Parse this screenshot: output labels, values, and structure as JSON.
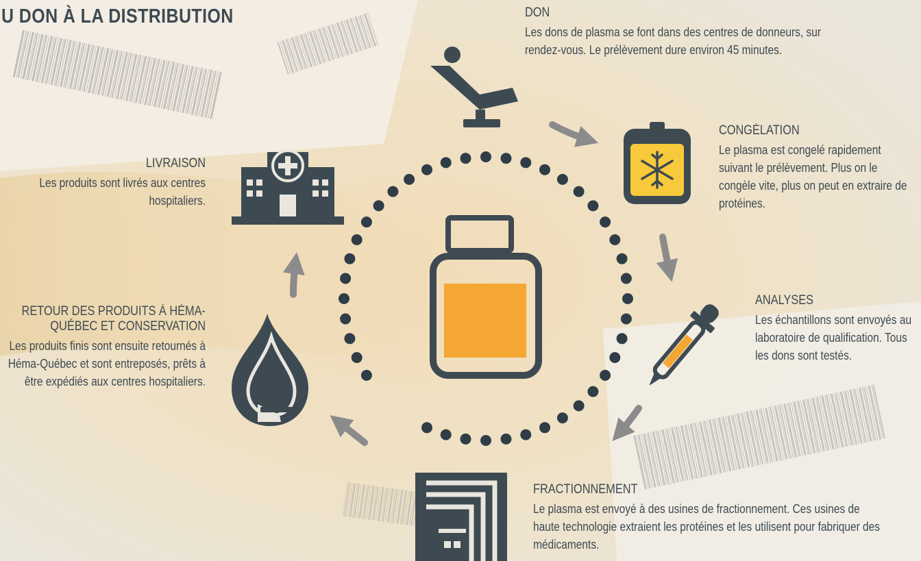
{
  "header": {
    "title": "U DON À LA DISTRIBUTION"
  },
  "colors": {
    "icon": "#3d4a52",
    "arrow": "#8b8b8b",
    "accent_orange": "#f5a733",
    "accent_yellow": "#f8c93a",
    "dots": "#2f3d46"
  },
  "stages": {
    "don": {
      "title": "DON",
      "body": "Les dons de plasma se font dans des centres de donneurs, sur rendez-vous. Le prélèvement dure environ 45 minutes.",
      "icon": "dental-chair-icon"
    },
    "congelation": {
      "title": "CONGÉLATION",
      "body": "Le plasma est congelé rapidement suivant le prélèvement. Plus on le congèle vite, plus on peut en extraire de protéines.",
      "icon": "frozen-plasma-bag-icon"
    },
    "analyses": {
      "title": "ANALYSES",
      "body": "Les échantillons sont envoyés au laboratoire de qualification. Tous les dons sont testés.",
      "icon": "pipette-icon"
    },
    "fractionnement": {
      "title": "FRACTIONNEMENT",
      "body": "Le plasma est envoyé à des usines de fractionnement. Ces usines de haute technologie extraient les protéines et les utilisent pour fabriquer des médicaments.",
      "icon": "factory-building-icon"
    },
    "retour": {
      "title": "RETOUR DES PRODUITS À HÉMA-QUÉBEC ET CONSERVATION",
      "body": "Les produits finis sont ensuite retournés à Héma-Québec et sont entreposés, prêts à être expédiés aux centres hospitaliers.",
      "icon": "drop-icon"
    },
    "livraison": {
      "title": "LIVRAISON",
      "body": "Les produits sont livrés aux centres hospitaliers.",
      "icon": "hospital-icon"
    }
  },
  "center": {
    "icon": "medication-jar-icon"
  }
}
